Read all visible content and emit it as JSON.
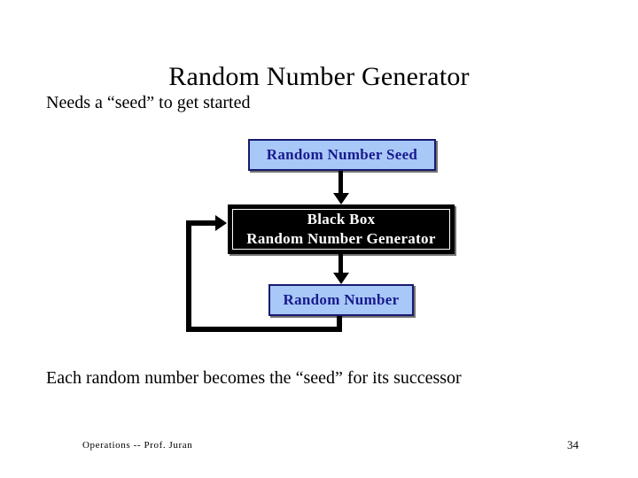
{
  "slide": {
    "title": "Random Number Generator",
    "lead_text": "Needs a “seed” to get started",
    "trailing_text": "Each random number becomes the “seed” for its successor"
  },
  "diagram": {
    "type": "flowchart",
    "boxes": [
      {
        "id": "seed",
        "label": "Random Number Seed",
        "style": "blue"
      },
      {
        "id": "blackbox",
        "label_line1": "Black Box",
        "label_line2": "Random Number Generator",
        "style": "black"
      },
      {
        "id": "number",
        "label": "Random Number",
        "style": "blue"
      }
    ],
    "connectors": [
      {
        "id": "seed-to-blackbox",
        "from": "seed",
        "to": "blackbox",
        "direction": "down"
      },
      {
        "id": "blackbox-to-number",
        "from": "blackbox",
        "to": "number",
        "direction": "down"
      },
      {
        "id": "number-to-blackbox",
        "from": "number",
        "to": "blackbox",
        "direction": "feedback-loop"
      }
    ]
  },
  "footer": {
    "credit": "Operations -- Prof. Juran",
    "page_number": "34"
  },
  "colors": {
    "box_fill_blue": "#a8c8f8",
    "box_border_blue": "#191970",
    "box_text_blue": "#1a1a8c",
    "box_fill_black": "#000000",
    "box_text_black": "#ffffff",
    "connector": "#000000",
    "background": "#ffffff",
    "text": "#000000"
  }
}
